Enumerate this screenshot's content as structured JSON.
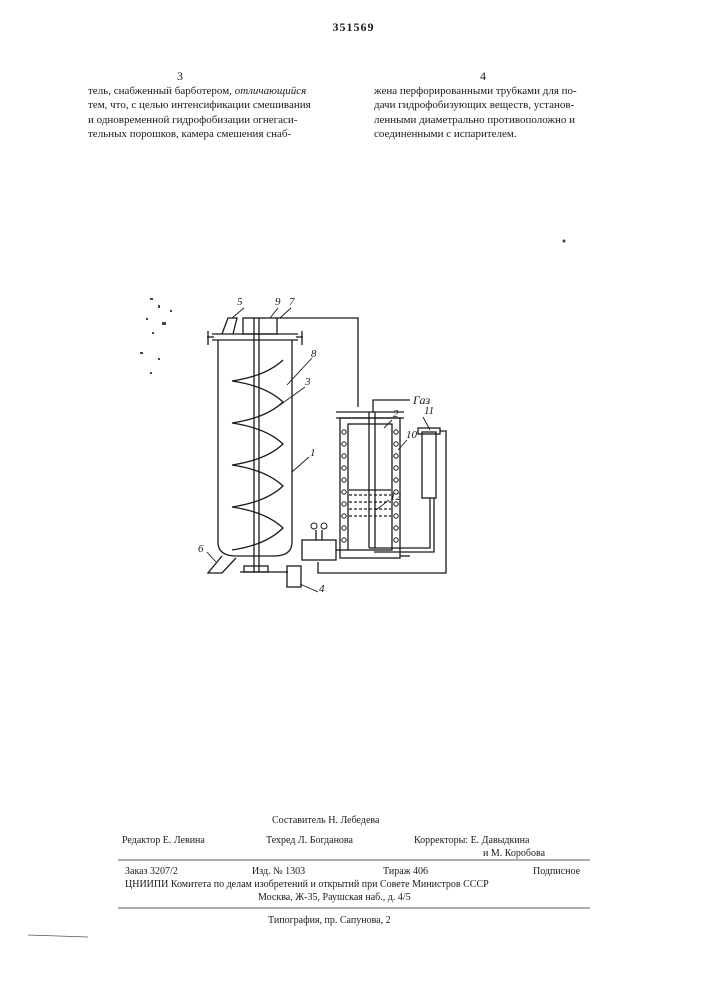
{
  "header": {
    "patent_number": "351569"
  },
  "columns": [
    {
      "number": "3",
      "lines": [
        "тель, снабженный барботером, отличающийся",
        "тем, что, с целью интенсификации смешивания",
        "и одновременной гидрофобизации огнегаси-",
        "тельных порошков, камера смешения снаб-"
      ]
    },
    {
      "number": "4",
      "lines": [
        "жена перфорированными трубками для по-",
        "дачи гидрофобизующих веществ, установ-",
        "ленными диаметрально противоположно и",
        "соединенными с испарителем."
      ]
    }
  ],
  "figure": {
    "labels": [
      "5",
      "9",
      "7",
      "8",
      "3",
      "1",
      "6",
      "4",
      "2",
      "10",
      "11",
      "12"
    ],
    "gas_label": "Газ"
  },
  "footer": {
    "compiler": "Составитель Н. Лебедева",
    "editor": "Редактор Е. Левина",
    "tech_editor": "Техред Л. Богданова",
    "correctors": "Корректоры: Е. Давыдкина",
    "corrector2": "и М. Коробова",
    "order": "Заказ 3207/2",
    "edition": "Изд. № 1303",
    "circulation": "Тираж 406",
    "subscription": "Подписное",
    "org_line1": "ЦНИИПИ Комитета по делам изобретений и открытий при Совете Министров СССР",
    "org_line2": "Москва, Ж-35, Раушская наб., д. 4/5",
    "printer": "Типография, пр. Сапунова, 2"
  }
}
